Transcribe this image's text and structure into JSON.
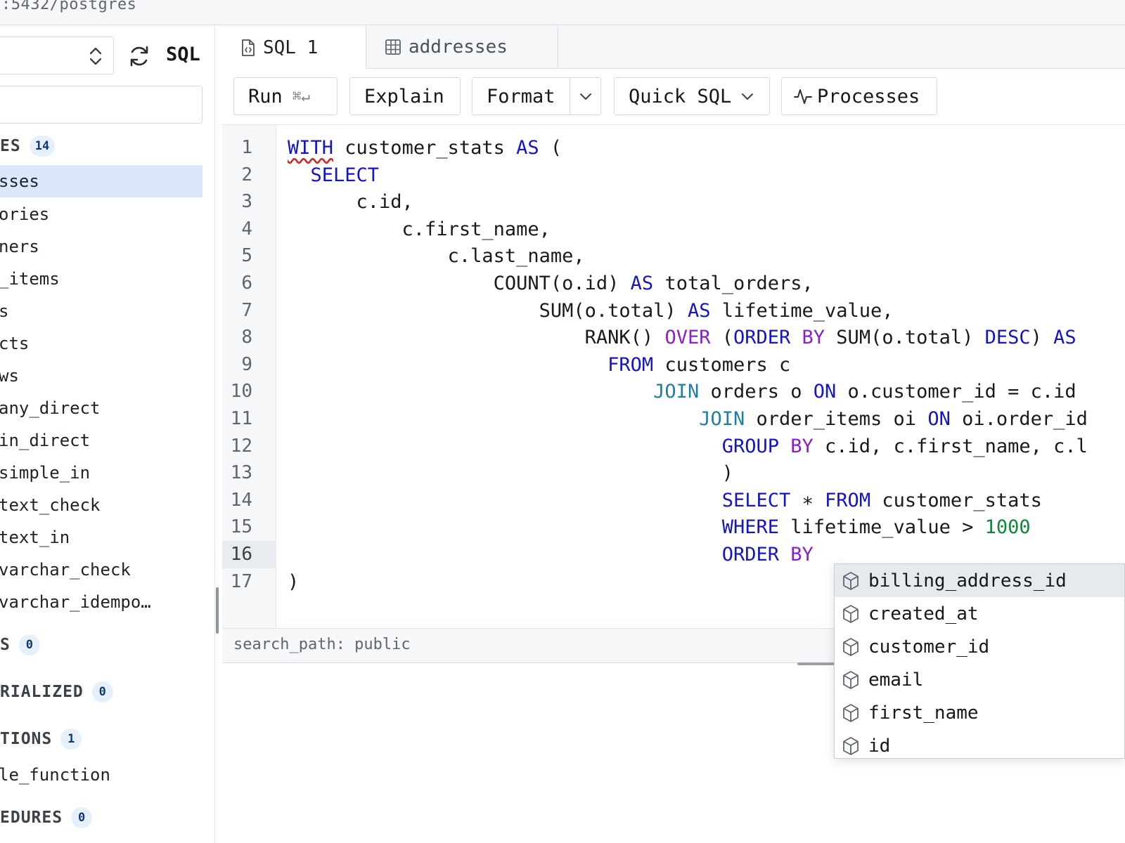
{
  "url": ":5432/postgres",
  "sidebar": {
    "sql_label": "SQL",
    "schema_select_value": "",
    "filter_placeholder": "",
    "sections": [
      {
        "title": "ES",
        "count": "14"
      },
      {
        "title": "S",
        "count": "0"
      },
      {
        "title": "RIALIZED",
        "count": "0"
      },
      {
        "title": "TIONS",
        "count": "1"
      },
      {
        "title": "EDURES",
        "count": "0"
      }
    ],
    "items": [
      "sses",
      "ories",
      "ners",
      "_items",
      "s",
      "cts",
      "ws",
      "any_direct",
      "in_direct",
      "simple_in",
      "text_check",
      "text_in",
      "varchar_check",
      "varchar_idempo…"
    ],
    "function_items": [
      "le_function"
    ]
  },
  "tabs": [
    {
      "label": "SQL 1",
      "icon": "sql-file-icon"
    },
    {
      "label": "addresses",
      "icon": "table-grid-icon"
    }
  ],
  "toolbar": {
    "run_label": "Run",
    "run_shortcut": "⌘↵",
    "explain_label": "Explain",
    "format_label": "Format",
    "quick_sql_label": "Quick SQL",
    "processes_label": "Processes"
  },
  "editor": {
    "line_numbers": [
      "1",
      "2",
      "3",
      "4",
      "5",
      "6",
      "7",
      "8",
      "9",
      "10",
      "11",
      "12",
      "13",
      "14",
      "15",
      "16",
      "17"
    ],
    "active_line": "16",
    "lines": [
      [
        {
          "t": "WITH",
          "c": "kw squig"
        },
        {
          "t": " customer_stats ",
          "c": ""
        },
        {
          "t": "AS",
          "c": "kw"
        },
        {
          "t": " (",
          "c": ""
        }
      ],
      [
        {
          "t": "  ",
          "c": ""
        },
        {
          "t": "SELECT",
          "c": "kw"
        }
      ],
      [
        {
          "t": "      c.id,",
          "c": ""
        }
      ],
      [
        {
          "t": "          c.first_name,",
          "c": ""
        }
      ],
      [
        {
          "t": "              c.last_name,",
          "c": ""
        }
      ],
      [
        {
          "t": "                  COUNT(o.id) ",
          "c": ""
        },
        {
          "t": "AS",
          "c": "kw"
        },
        {
          "t": " total_orders,",
          "c": ""
        }
      ],
      [
        {
          "t": "                      SUM(o.total) ",
          "c": ""
        },
        {
          "t": "AS",
          "c": "kw"
        },
        {
          "t": " lifetime_value,",
          "c": ""
        }
      ],
      [
        {
          "t": "                          RANK() ",
          "c": ""
        },
        {
          "t": "OVER",
          "c": "kw3"
        },
        {
          "t": " (",
          "c": ""
        },
        {
          "t": "ORDER",
          "c": "kw"
        },
        {
          "t": " ",
          "c": ""
        },
        {
          "t": "BY",
          "c": "kw3"
        },
        {
          "t": " SUM(o.total) ",
          "c": ""
        },
        {
          "t": "DESC",
          "c": "kw"
        },
        {
          "t": ") ",
          "c": ""
        },
        {
          "t": "AS",
          "c": "kw"
        }
      ],
      [
        {
          "t": "                            ",
          "c": ""
        },
        {
          "t": "FROM",
          "c": "kw"
        },
        {
          "t": " customers c",
          "c": ""
        }
      ],
      [
        {
          "t": "                                ",
          "c": ""
        },
        {
          "t": "JOIN",
          "c": "kw2"
        },
        {
          "t": " orders o ",
          "c": ""
        },
        {
          "t": "ON",
          "c": "kw"
        },
        {
          "t": " o.customer_id = c.id",
          "c": ""
        }
      ],
      [
        {
          "t": "                                    ",
          "c": ""
        },
        {
          "t": "JOIN",
          "c": "kw2"
        },
        {
          "t": " order_items oi ",
          "c": ""
        },
        {
          "t": "ON",
          "c": "kw"
        },
        {
          "t": " oi.order_id",
          "c": ""
        }
      ],
      [
        {
          "t": "                                      ",
          "c": ""
        },
        {
          "t": "GROUP",
          "c": "kw"
        },
        {
          "t": " ",
          "c": ""
        },
        {
          "t": "BY",
          "c": "kw3"
        },
        {
          "t": " c.id, c.first_name, c.l",
          "c": ""
        }
      ],
      [
        {
          "t": "                                      )",
          "c": ""
        }
      ],
      [
        {
          "t": "                                      ",
          "c": ""
        },
        {
          "t": "SELECT",
          "c": "kw"
        },
        {
          "t": " ∗ ",
          "c": ""
        },
        {
          "t": "FROM",
          "c": "kw"
        },
        {
          "t": " customer_stats",
          "c": ""
        }
      ],
      [
        {
          "t": "                                      ",
          "c": ""
        },
        {
          "t": "WHERE",
          "c": "kw"
        },
        {
          "t": " lifetime_value > ",
          "c": ""
        },
        {
          "t": "1000",
          "c": "num"
        }
      ],
      [
        {
          "t": "                                      ",
          "c": ""
        },
        {
          "t": "ORDER",
          "c": "kw"
        },
        {
          "t": " ",
          "c": ""
        },
        {
          "t": "BY",
          "c": "kw3"
        }
      ],
      [
        {
          "t": ")",
          "c": ""
        }
      ]
    ]
  },
  "status": {
    "search_path": "search_path: public"
  },
  "autocomplete": {
    "items": [
      "billing_address_id",
      "created_at",
      "customer_id",
      "email",
      "first_name",
      "id"
    ],
    "selected_index": 0
  },
  "colors": {
    "keyword": "#1414c8",
    "keyword_join": "#1f7fa3",
    "keyword_by": "#8a1fc9",
    "number": "#0c8a3a",
    "selection": "#dbe8fb"
  }
}
